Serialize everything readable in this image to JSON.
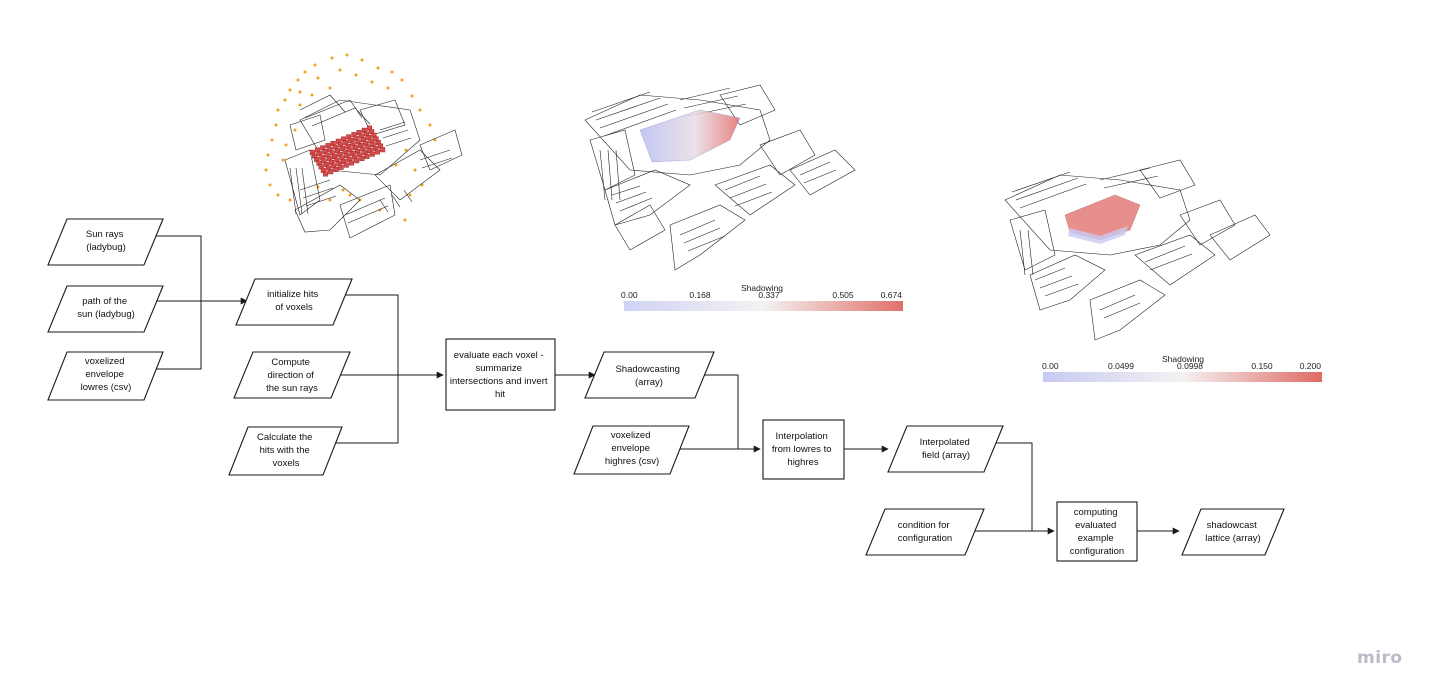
{
  "nodes": {
    "sun_rays": [
      "Sun rays",
      "(ladybug)"
    ],
    "path_of_sun": [
      "path of the",
      "sun (ladybug)"
    ],
    "voxelized_lowres": [
      "voxelized",
      "envelope",
      "lowres (csv)"
    ],
    "initialize_hits": [
      "initialize hits",
      "of voxels"
    ],
    "compute_direction": [
      "Compute",
      "direction of",
      "the sun rays"
    ],
    "calculate_hits": [
      "Calculate the",
      "hits with the",
      "voxels"
    ],
    "evaluate_voxel": [
      "evaluate each voxel -",
      "summarize",
      "intersections and invert",
      "hit"
    ],
    "shadowcasting": [
      "Shadowcasting",
      "(array)"
    ],
    "voxelized_highres": [
      "voxelized",
      "envelope",
      "highres (csv)"
    ],
    "interpolation": [
      "Interpolation",
      "from lowres to",
      "highres"
    ],
    "interpolated_field": [
      "Interpolated",
      "field (array)"
    ],
    "condition": [
      "condition for",
      "configuration"
    ],
    "computing_config": [
      "computing",
      "evaluated",
      "example",
      "configuration"
    ],
    "shadowcast_lattice": [
      "shadowcast",
      "lattice (array)"
    ]
  },
  "scalebars": {
    "first": {
      "title": "Shadowing",
      "ticks": [
        "0.00",
        "0.168",
        "0.337",
        "0.505",
        "0.674"
      ],
      "color_low": "#d0d3f5",
      "color_mid": "#f4f2f2",
      "color_high": "#e0706a"
    },
    "second": {
      "title": "Shadowing",
      "ticks": [
        "0.00",
        "0.0499",
        "0.0998",
        "0.150",
        "0.200"
      ],
      "color_low": "#c6caf3",
      "color_mid": "#f4f2f2",
      "color_high": "#df6a64"
    }
  },
  "colors": {
    "sun_points": "#f2a020",
    "voxel_block": "#d84a4a",
    "building_lines": "#222222"
  },
  "watermark": "miro"
}
